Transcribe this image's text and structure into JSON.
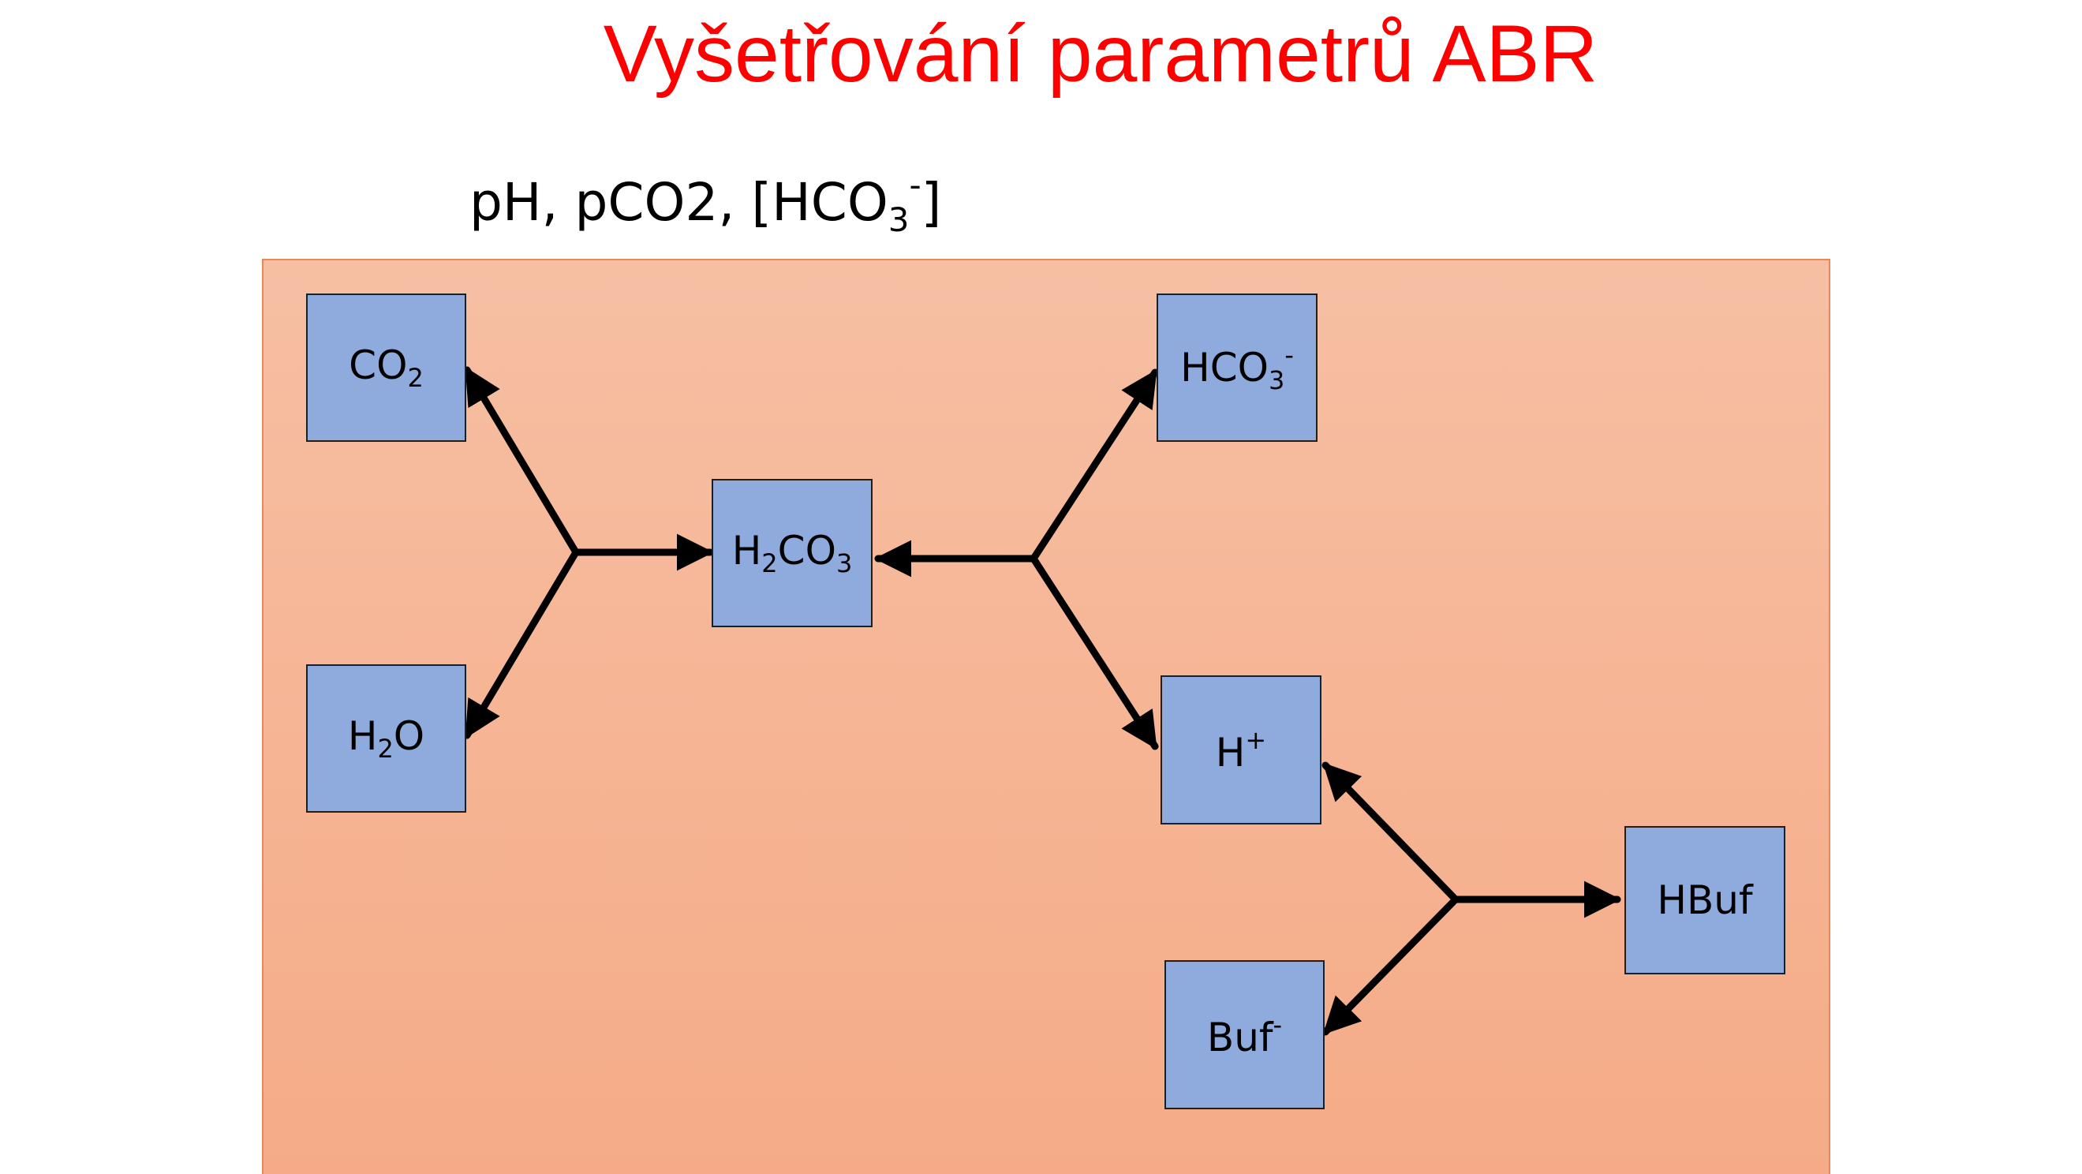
{
  "title": "Vyšetřování parametrů ABR",
  "subtitle": {
    "text": "pH, pCO2, [HCO",
    "sub": "3",
    "sup": "-",
    "close": "]"
  },
  "diagram": {
    "nodes": {
      "co2": {
        "base": "CO",
        "sub": "2"
      },
      "h2o": {
        "pre": "H",
        "sub": "2",
        "post": "O"
      },
      "h2co3": {
        "pre": "H",
        "sub1": "2",
        "mid": "CO",
        "sub2": "3"
      },
      "hco3": {
        "base": "HCO",
        "sub": "3",
        "sup": "-"
      },
      "hplus": {
        "base": "H",
        "sup": "+"
      },
      "hbuf": {
        "base": "HBuf"
      },
      "buf": {
        "base": "Buf",
        "sup": "-"
      }
    },
    "colors": {
      "node_fill": "#8faadc",
      "node_border": "#1f1f1f",
      "panel_top": "#f6bfa3",
      "panel_bottom": "#f5ab87",
      "title": "#ff0000",
      "arrow": "#000000"
    }
  }
}
